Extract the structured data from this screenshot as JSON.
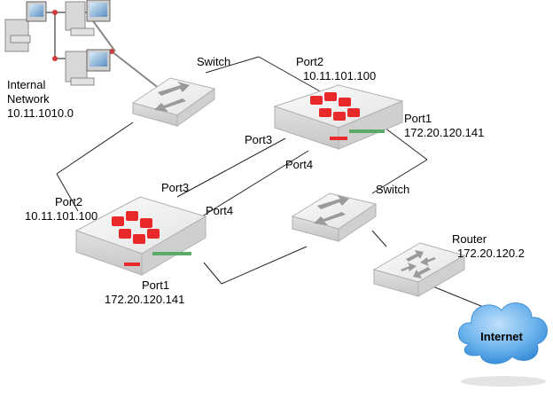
{
  "internal_network": {
    "line1": "Internal",
    "line2": "Network",
    "subnet": "10.11.1010.0"
  },
  "switch_top": {
    "label": "Switch"
  },
  "switch_bottom": {
    "label": "Switch"
  },
  "firewall_top": {
    "port2": "Port2",
    "port2_ip": "10.11.101.100",
    "port1": "Port1",
    "port1_ip": "172.20.120.141",
    "port3": "Port3",
    "port4": "Port4"
  },
  "firewall_bottom": {
    "port2": "Port2",
    "port2_ip": "10.11.101.100",
    "port1": "Port1",
    "port1_ip": "172.20.120.141",
    "port3": "Port3",
    "port4": "Port4"
  },
  "router": {
    "label": "Router",
    "ip": "172.20.120.2"
  },
  "internet": {
    "label": "Internet"
  },
  "colors": {
    "fortinet_red": "#e8282b",
    "device_body": "#ececec",
    "cloud": "#5aa7e6",
    "line": "#222222"
  },
  "icons": [
    "workstation-icon",
    "switch-icon",
    "firewall-icon",
    "router-icon",
    "cloud-icon"
  ]
}
